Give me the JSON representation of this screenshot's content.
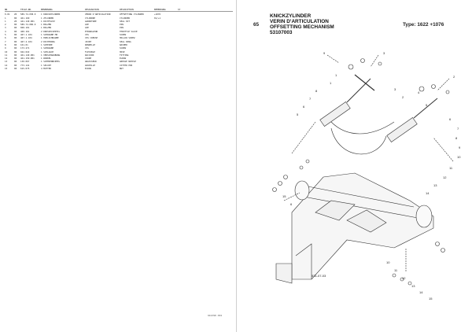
{
  "left_page": {
    "columns": [
      "NR",
      "",
      "TEILE-NR.",
      "BENENNUNG",
      "DESIGNATION",
      "DESCRIPTION",
      "BEMERKUNG",
      "ST"
    ],
    "rows": [
      [
        "0.01",
        "20",
        "589.74.038.0",
        "1 KNICKZYLINDER",
        "VERIN D'ARTICULATION",
        "OFFSETTING CYLINDER",
        "+1076",
        ""
      ],
      [
        "1",
        "00",
        "461.160",
        "1 ZYLINDER",
        "CYLINDRE",
        "CYLINDER",
        "01/+1",
        ""
      ],
      [
        "1",
        "20",
        "441.140.001",
        "1 DICHTSATZ",
        "GARNITURE",
        "SEAL KIT",
        "",
        ""
      ],
      [
        "2",
        "00",
        "589.74.006.0",
        "1 BOLZEN",
        "AXE",
        "PIN",
        "",
        ""
      ],
      [
        "3",
        "00",
        "068.101",
        "1 BOLZEN",
        "AXE",
        "PIN",
        "",
        ""
      ],
      [
        "4",
        "00",
        "460.161",
        "2 DROSSELVENTIL",
        "ETRANGLEUR",
        "THROTTLE VALVE",
        "",
        ""
      ],
      [
        "5",
        "00",
        "467.1.104",
        "1 SCHRAUBE M8",
        "VIS",
        "SCREW",
        "",
        ""
      ],
      [
        "6",
        "00",
        "467.1.104",
        "1 HOHLSCHRAUBE",
        "VIS CREUSE",
        "HOLLOW SCREW",
        "",
        ""
      ],
      [
        "7",
        "00",
        "467.2.104",
        "2 DICHTRING",
        "JOINT",
        "SEAL RING",
        "",
        ""
      ],
      [
        "8",
        "00",
        "161.01",
        "1 SCHEIBE",
        "RONDELLE",
        "WASHER",
        "",
        ""
      ],
      [
        "9",
        "00",
        "173.271",
        "1 SCHRAUBE",
        "VIS",
        "SCREW",
        "",
        ""
      ],
      [
        "10",
        "00",
        "942.022",
        "1 SCHLAUCH",
        "FLEXIBLE",
        "HOSE",
        "",
        ""
      ],
      [
        "11",
        "00",
        "461.140.001",
        "1 VERSCHRAUBUNG",
        "RACCORD",
        "FITTING",
        "",
        ""
      ],
      [
        "12",
        "00",
        "461.150.001",
        "1 WINKEL",
        "COUDE",
        "ELBOW",
        "",
        ""
      ],
      [
        "13",
        "00",
        "130.067",
        "1 SCHMIERNIPPEL",
        "GRAISSEUR",
        "GREASE NIPPLE",
        "",
        ""
      ],
      [
        "14",
        "00",
        "773.141",
        "1 SPLINT",
        "GOUPILLE",
        "COTTER PIN",
        "",
        ""
      ],
      [
        "15",
        "00",
        "615.075",
        "4 MUTTER",
        "ECROU",
        "NUT",
        "",
        ""
      ]
    ],
    "footer_code": "941390 X04"
  },
  "right_page": {
    "page_number": "65",
    "titles": [
      "KNICKZYLINDER",
      "VERIN D'ARTICULATION",
      "OFFSETTING MECHANISM",
      "53107003"
    ],
    "type_label": "Type: 1622   +1076",
    "diagram_code": "531-07-03",
    "callouts": [
      "9",
      "3",
      "2",
      "1",
      "8",
      "7",
      "6",
      "5",
      "1",
      "2",
      "3",
      "4",
      "5",
      "6",
      "7",
      "8",
      "9",
      "10",
      "11",
      "12",
      "13",
      "14",
      "15",
      "6",
      "10",
      "11",
      "12",
      "13",
      "14",
      "15"
    ]
  }
}
